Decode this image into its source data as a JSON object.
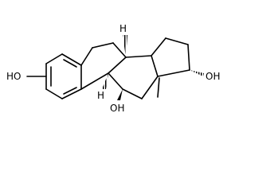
{
  "figure": {
    "type": "skeletal-structure",
    "atom_labels": [
      {
        "id": "oh-3",
        "text": "HO"
      },
      {
        "id": "h-8",
        "text": "H"
      },
      {
        "id": "h-9",
        "text": "H"
      },
      {
        "id": "oh-11",
        "text": "OH"
      },
      {
        "id": "oh-17",
        "text": "OH"
      }
    ],
    "colors": {
      "bond": "#000000",
      "background": "#ffffff"
    }
  }
}
